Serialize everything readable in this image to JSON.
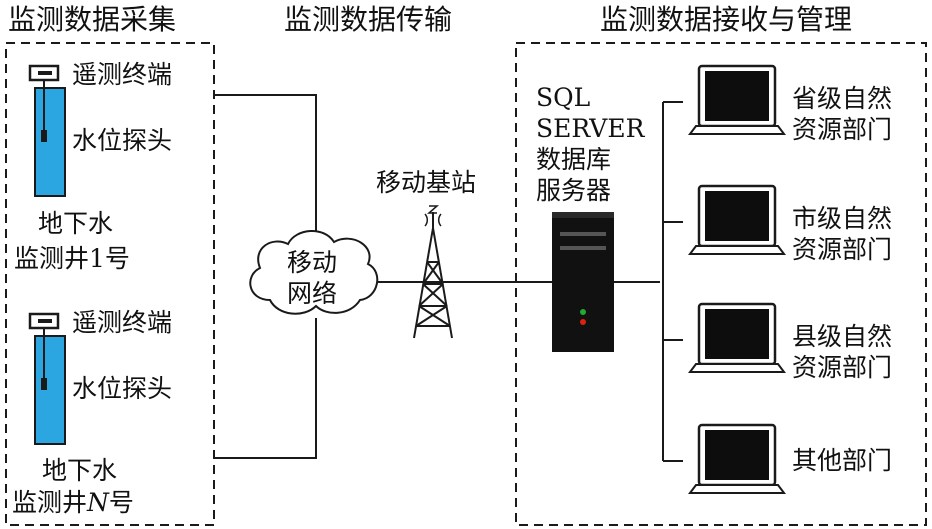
{
  "sections": {
    "collection": "监测数据采集",
    "transmission": "监测数据传输",
    "management": "监测数据接收与管理"
  },
  "wells": [
    {
      "telemetry_label": "遥测终端",
      "probe_label": "水位探头",
      "name_line1": "地下水",
      "name_line2_prefix": "监测井",
      "name_line2_number": "1",
      "name_line2_suffix": "号"
    },
    {
      "telemetry_label": "遥测终端",
      "probe_label": "水位探头",
      "name_line1": "地下水",
      "name_line2_prefix": "监测井",
      "name_line2_number": "N",
      "name_line2_suffix": "号"
    }
  ],
  "network": {
    "line1": "移动",
    "line2": "网络"
  },
  "base_station": "移动基站",
  "server": {
    "line1": "SQL",
    "line2": "SERVER",
    "line3": "数据库",
    "line4": "服务器"
  },
  "departments": [
    {
      "line1": "省级自然",
      "line2": "资源部门"
    },
    {
      "line1": "市级自然",
      "line2": "资源部门"
    },
    {
      "line1": "县级自然",
      "line2": "资源部门"
    },
    {
      "line1": "其他部门",
      "line2": ""
    }
  ],
  "colors": {
    "water": "#2ba6e0",
    "line": "#1a1a1a",
    "server_body": "#111111",
    "led_green": "#22aa33",
    "led_red": "#dd2211"
  },
  "icons": [
    "telemetry-terminal-icon",
    "water-level-probe-icon",
    "cloud-icon",
    "radio-tower-icon",
    "server-icon",
    "laptop-icon"
  ]
}
